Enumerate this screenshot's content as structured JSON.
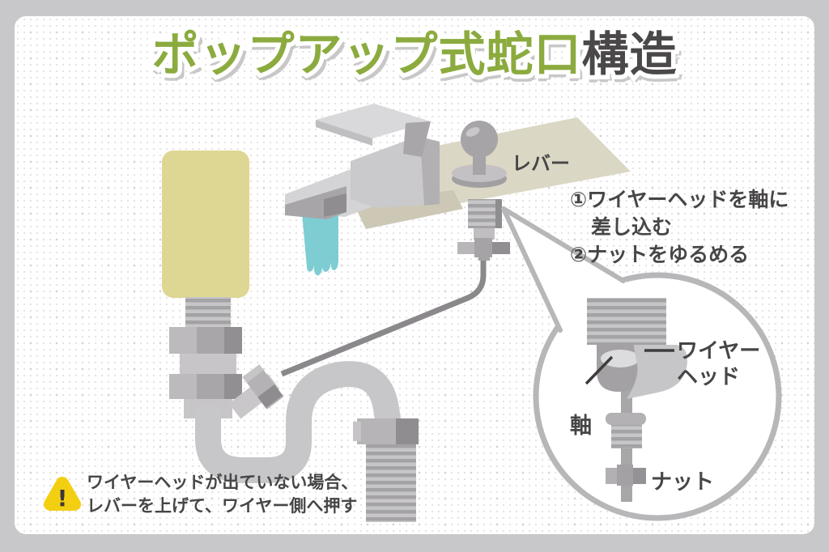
{
  "title": {
    "highlight": "ポップアップ式蛇口",
    "suffix": "構造"
  },
  "colors": {
    "frame": "#c8c7c9",
    "title_green": "#8cab3f",
    "title_dark": "#4a4849",
    "text_dark": "#474546",
    "water_teal": "#7ecdd3",
    "bottle_yellow": "#ded693",
    "counter_beige": "#dbd7c5",
    "warning_yellow": "#f3cf12",
    "pipe_gray": "#c7c6c8",
    "wire_gray": "#8a888b"
  },
  "diagram_labels": {
    "lever": "レバー",
    "wire_head_line1": "ワイヤー",
    "wire_head_line2": "ヘッド",
    "shaft": "軸",
    "nut": "ナット"
  },
  "steps": {
    "line1": "①ワイヤーヘッドを軸に",
    "line2": "差し込む",
    "line3": "②ナットをゆるめる"
  },
  "warning": {
    "mark": "!",
    "line1": "ワイヤーヘッドが出ていない場合、",
    "line2": "レバーを上げて、ワイヤー側へ押す"
  }
}
